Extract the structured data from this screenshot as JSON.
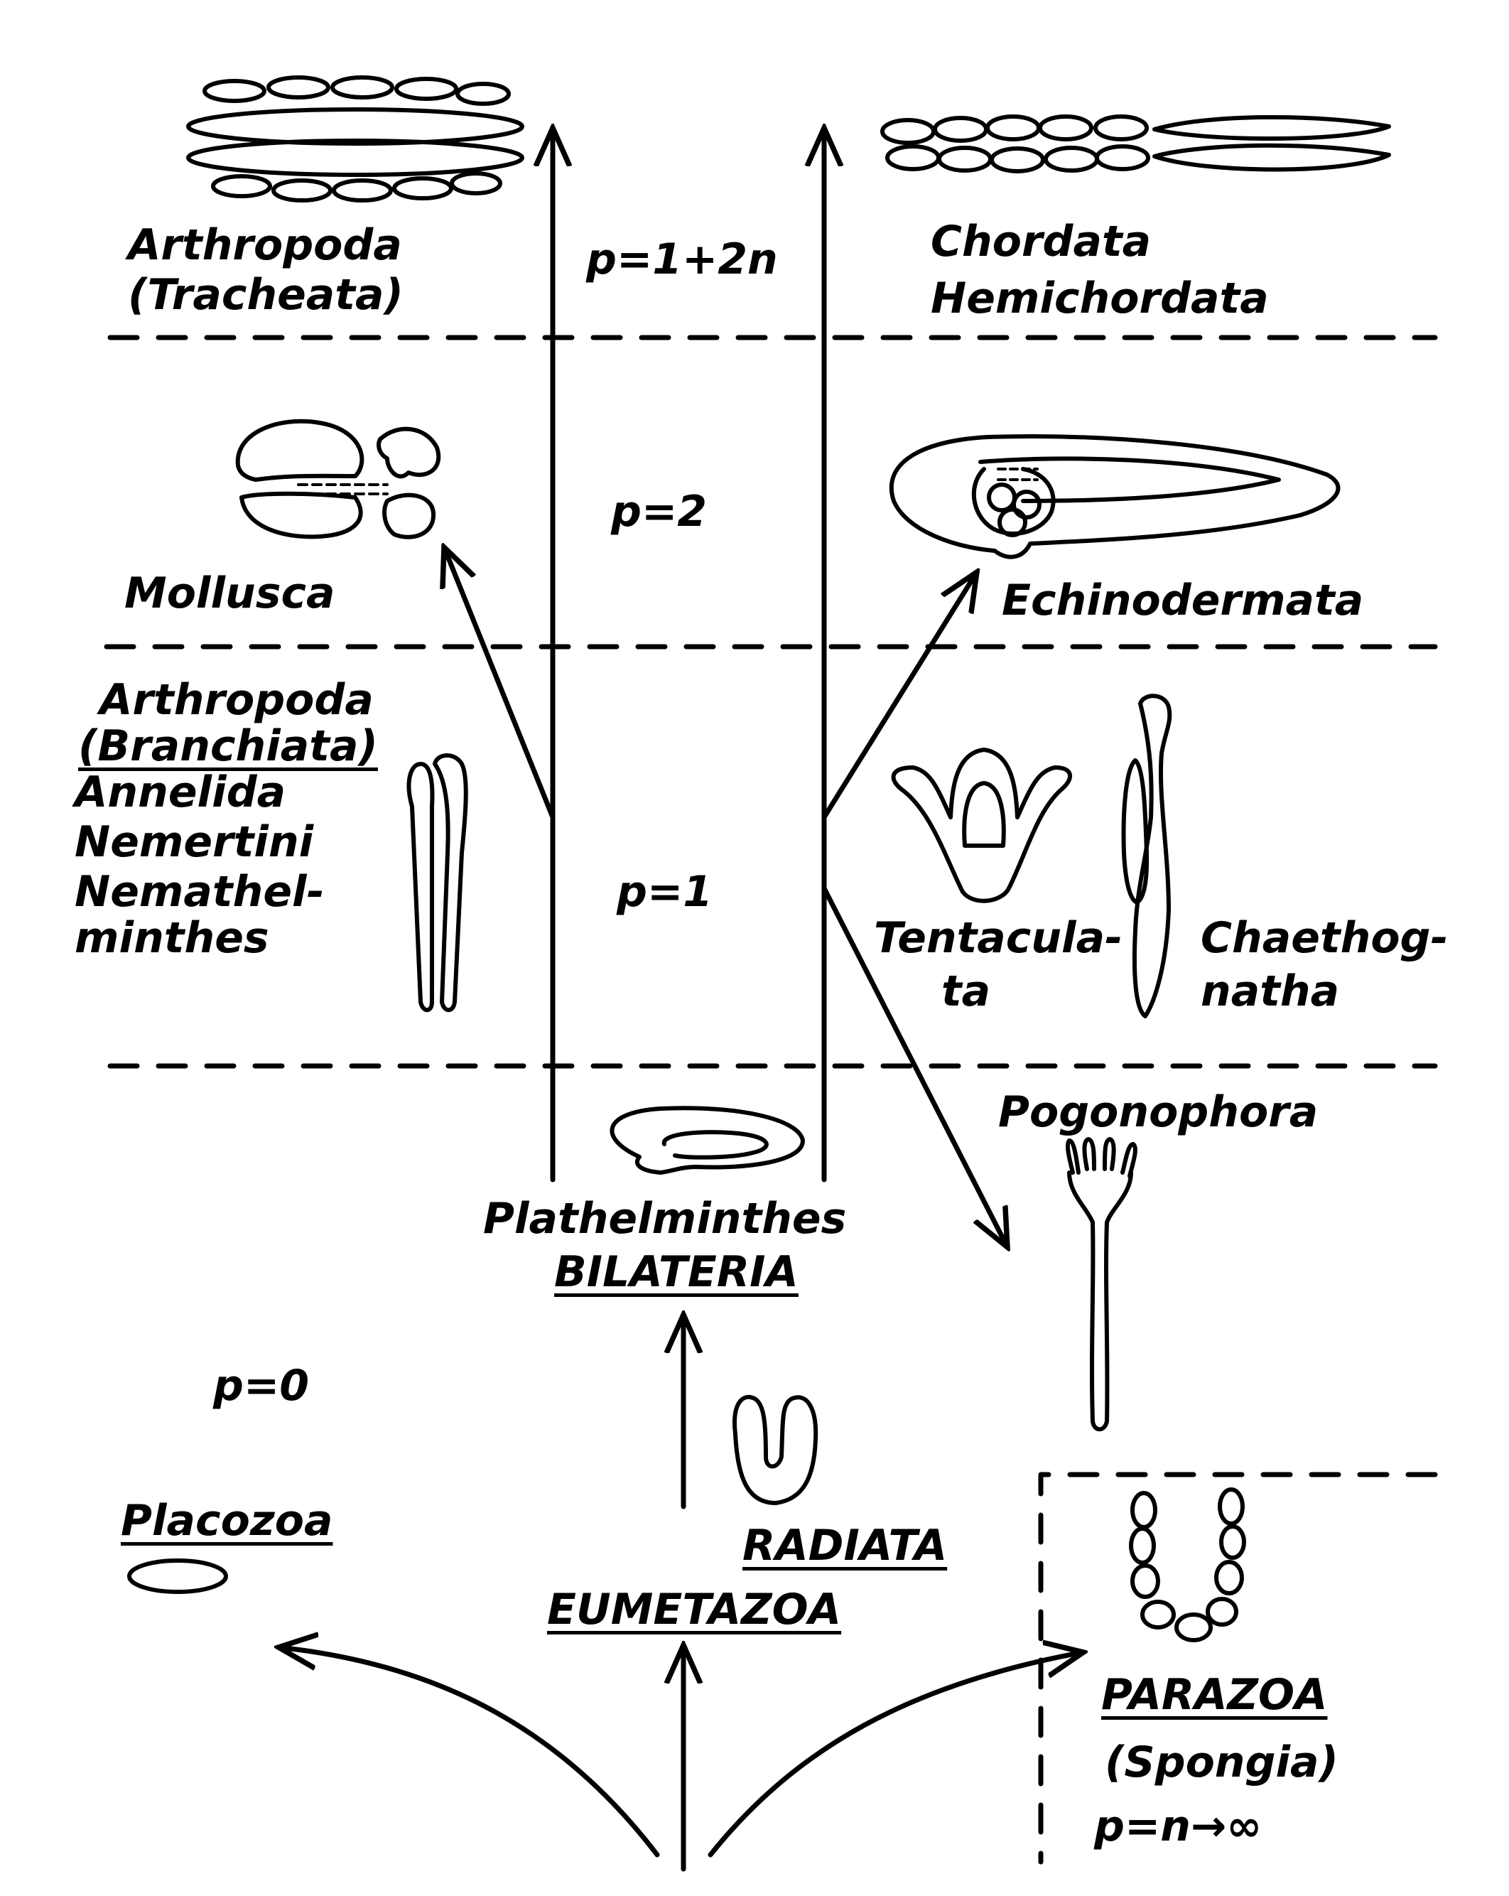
{
  "zones": {
    "upper": "p=1+2n",
    "two": "p=2",
    "one": "p=1",
    "zero": "p=0",
    "parazoa": "p=n→∞"
  },
  "taxa": {
    "arthropoda": "Arthropoda",
    "tracheata": "(Tracheata)",
    "chordata": "Chordata",
    "hemichordata": "Hemichordata",
    "mollusca": "Mollusca",
    "echinodermata": "Echinodermata",
    "arthropoda_b": "Arthropoda",
    "branchiata": "(Branchiata)",
    "annelida": "Annelida",
    "nemertini": "Nemertini",
    "nemathel": "Nemathel-",
    "minthes": "minthes",
    "tentacula": "Tentacula-",
    "ta": "ta",
    "chaethog": "Chaethog-",
    "natha": "natha",
    "pogonophora": "Pogonophora",
    "plathelminthes": "Plathelminthes",
    "bilateria": "BILATERIA",
    "radiata": "RADIATA",
    "eumetazoa": "EUMETAZOA",
    "placozoa": "Placozoa",
    "parazoa": "PARAZOA",
    "spongia": "(Spongia)"
  }
}
